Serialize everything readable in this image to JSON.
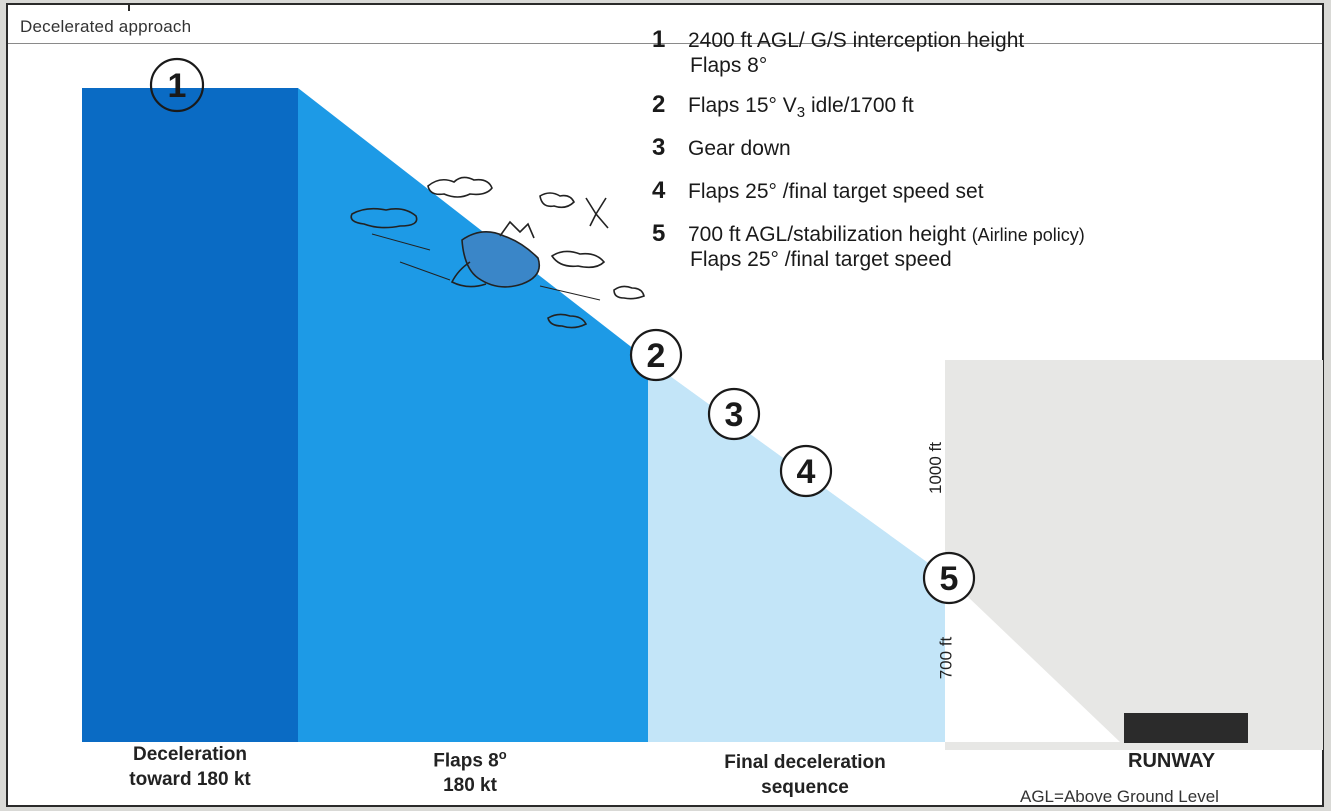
{
  "title": "Decelerated approach",
  "steps": [
    {
      "num": "1",
      "line1": "2400 ft AGL/ G/S interception height",
      "line2": "Flaps 8°"
    },
    {
      "num": "2",
      "line1_pre": "Flaps 15°  V",
      "line1_sub": "3",
      "line1_post": " idle/1700 ft"
    },
    {
      "num": "3",
      "line1": "Gear down"
    },
    {
      "num": "4",
      "line1": "Flaps 25° /final target speed set"
    },
    {
      "num": "5",
      "line1": "700 ft AGL/stabilization height ",
      "line1_note": "(Airline policy)",
      "line2": "Flaps 25° /final target speed"
    }
  ],
  "markers": [
    "1",
    "2",
    "3",
    "4",
    "5"
  ],
  "segments": [
    {
      "line1": "Deceleration",
      "line2": "toward 180 kt"
    },
    {
      "line1": "Flaps 8",
      "sup": "o",
      "line2": "180 kt"
    },
    {
      "line1": "Final deceleration",
      "line2": "sequence"
    }
  ],
  "heights": {
    "h1000": "1000 ft",
    "h700": "700 ft"
  },
  "runway": "RUNWAY",
  "footnote": "AGL=Above Ground Level",
  "colors": {
    "segment_dark": "#0a6bc4",
    "segment_mid": "#1d9ae6",
    "segment_light": "#c3e5f8",
    "runway": "#2b2b2b",
    "ground_shade": "#e7e7e5"
  }
}
